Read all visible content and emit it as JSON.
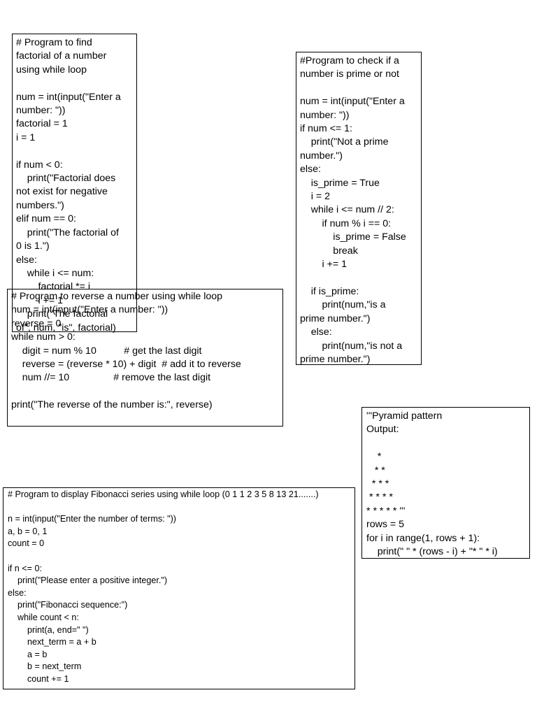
{
  "snippets": {
    "factorial": "# Program to find\nfactorial of a number\nusing while loop\n\nnum = int(input(\"Enter a\nnumber: \"))\nfactorial = 1\ni = 1\n\nif num < 0:\n    print(\"Factorial does\nnot exist for negative\nnumbers.\")\nelif num == 0:\n    print(\"The factorial of\n0 is 1.\")\nelse:\n    while i <= num:\n        factorial *= i\n        i += 1\n    print(\"The factorial\nof\", num, \"is\", factorial)",
    "prime": "#Program to check if a\nnumber is prime or not\n\nnum = int(input(\"Enter a\nnumber: \"))\nif num <= 1:\n    print(\"Not a prime\nnumber.\")\nelse:\n    is_prime = True\n    i = 2\n    while i <= num // 2:\n        if num % i == 0:\n            is_prime = False\n            break\n        i += 1\n\n    if is_prime:\n        print(num,\"is a\nprime number.\")\n    else:\n        print(num,\"is not a\nprime number.\")",
    "reverse": "# Program to reverse a number using while loop\nnum = int(input(\"Enter a number: \"))\nreverse = 0\nwhile num > 0:\n    digit = num % 10          # get the last digit\n    reverse = (reverse * 10) + digit  # add it to reverse\n    num //= 10                # remove the last digit\n\nprint(\"The reverse of the number is:\", reverse)",
    "pyramid": "'''Pyramid pattern\nOutput:\n\n    *\n   * *\n  * * *\n * * * *\n* * * * * '''\nrows = 5\nfor i in range(1, rows + 1):\n    print(\" \" * (rows - i) + \"* \" * i)",
    "fibonacci": "# Program to display Fibonacci series using while loop (0 1 1 2 3 5 8 13 21.......)\n\nn = int(input(\"Enter the number of terms: \"))\na, b = 0, 1\ncount = 0\n\nif n <= 0:\n    print(\"Please enter a positive integer.\")\nelse:\n    print(\"Fibonacci sequence:\")\n    while count < n:\n        print(a, end=\" \")\n        next_term = a + b\n        a = b\n        b = next_term\n        count += 1"
  }
}
